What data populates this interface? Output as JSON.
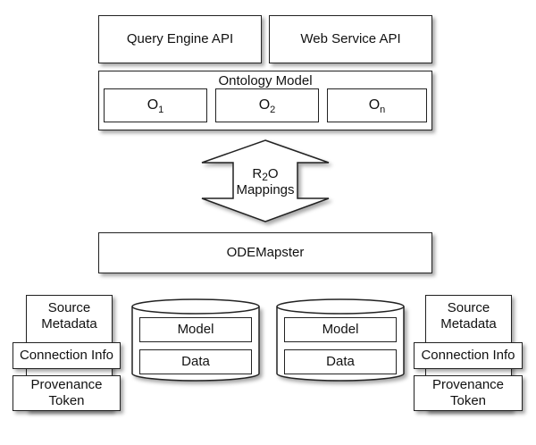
{
  "top_apis": {
    "query_engine": "Query Engine API",
    "web_service": "Web Service API"
  },
  "ontology": {
    "title": "Ontology Model",
    "items": [
      {
        "base": "O",
        "sub": "1"
      },
      {
        "base": "O",
        "sub": "2"
      },
      {
        "base": "O",
        "sub": "n"
      }
    ]
  },
  "mappings": {
    "line1_base": "R",
    "line1_sub": "2",
    "line1_end": "O",
    "line2": "Mappings"
  },
  "mapster": "ODEMapster",
  "sources": {
    "left": {
      "metadata_line1": "Source",
      "metadata_line2": "Metadata",
      "connection": "Connection Info",
      "token_line1": "Provenance",
      "token_line2": "Token"
    },
    "right": {
      "metadata_line1": "Source",
      "metadata_line2": "Metadata",
      "connection": "Connection Info",
      "token_line1": "Provenance",
      "token_line2": "Token"
    }
  },
  "databases": [
    {
      "model": "Model",
      "data": "Data"
    },
    {
      "model": "Model",
      "data": "Data"
    }
  ]
}
